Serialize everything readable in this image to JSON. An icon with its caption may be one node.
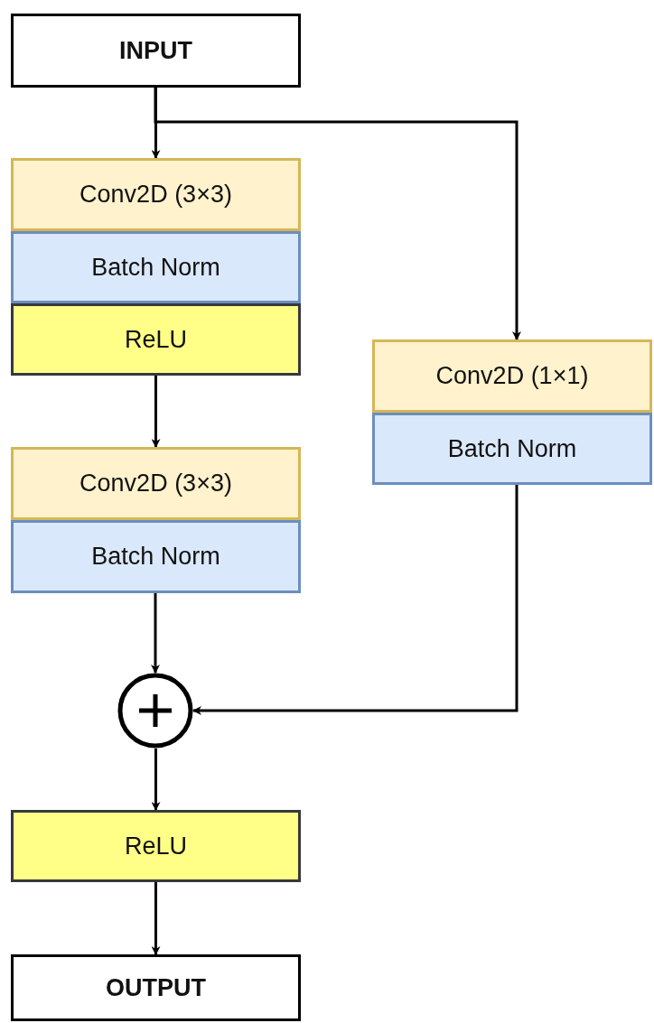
{
  "diagram": {
    "nodes": [
      {
        "text": [
          "INPUT"
        ]
      },
      {
        "text": [
          "Conv2D (3×3)"
        ]
      },
      {
        "text": [
          "Batch Norm"
        ]
      },
      {
        "text": [
          "ReLU"
        ]
      },
      {
        "text": [
          "Conv2D (3×3)"
        ]
      },
      {
        "text": [
          "Batch Norm"
        ]
      },
      {
        "text": [
          "Conv2D (1×1)"
        ]
      },
      {
        "text": [
          "Batch Norm"
        ]
      },
      {
        "text": [],
        "shape": "circle"
      },
      {
        "text": [
          "ReLU"
        ]
      },
      {
        "text": [
          "OUTPUT"
        ]
      }
    ],
    "edges": [
      {
        "from": 0,
        "to": 1,
        "arrow": "to"
      },
      {
        "from": 0,
        "to": 6,
        "arrow": "to"
      },
      {
        "from": 3,
        "to": 4,
        "arrow": "to"
      },
      {
        "from": 5,
        "to": 8,
        "arrow": "to"
      },
      {
        "from": 7,
        "to": 8,
        "arrow": "to"
      },
      {
        "from": 8,
        "to": 9,
        "arrow": "to"
      },
      {
        "from": 9,
        "to": 10,
        "arrow": "to"
      }
    ]
  }
}
